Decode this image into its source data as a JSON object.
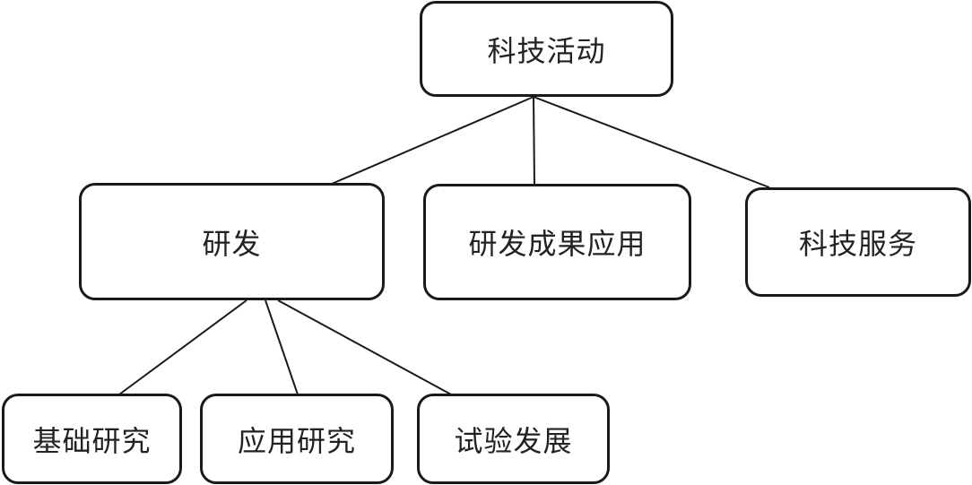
{
  "root": {
    "label": "科技活动"
  },
  "level1": [
    {
      "label": "研发"
    },
    {
      "label": "研发成果应用"
    },
    {
      "label": "科技服务"
    }
  ],
  "level2": [
    {
      "label": "基础研究"
    },
    {
      "label": "应用研究"
    },
    {
      "label": "试验发展"
    }
  ]
}
